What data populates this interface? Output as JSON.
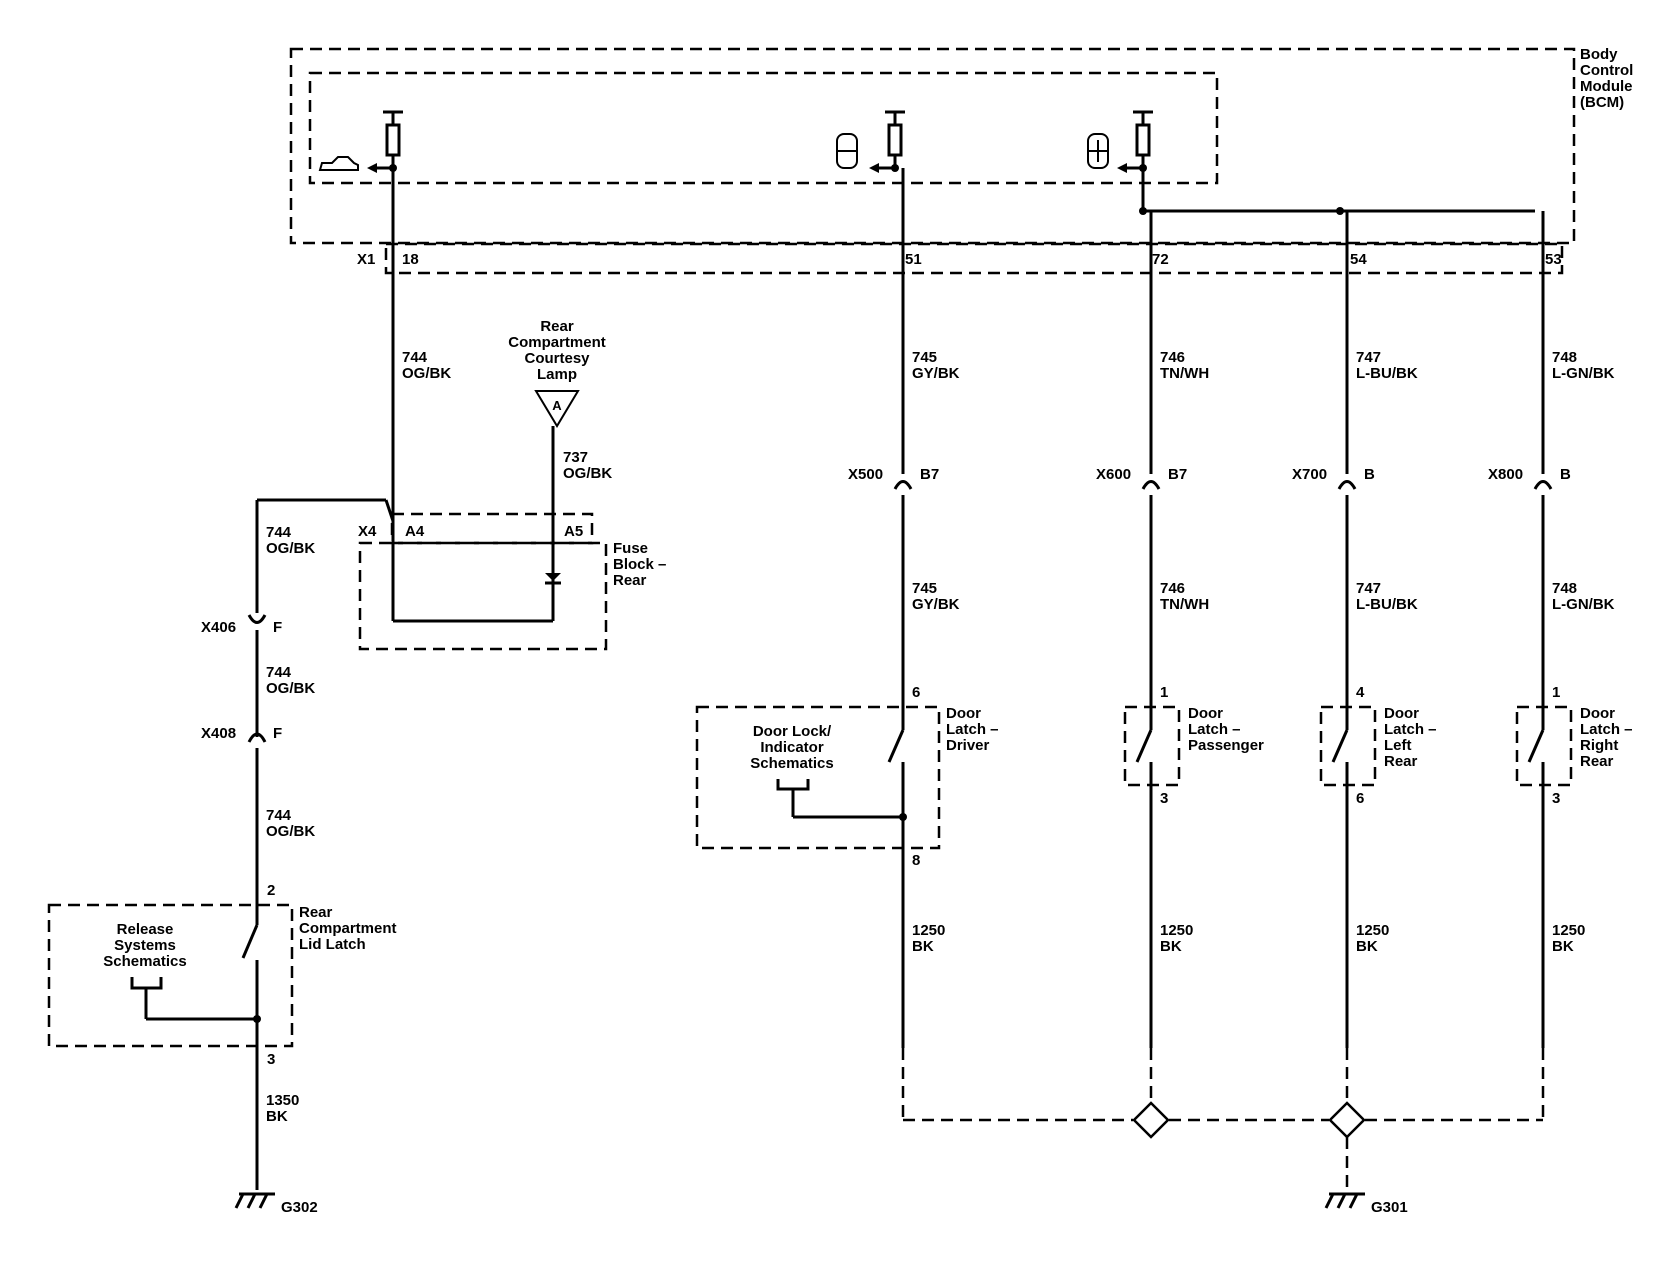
{
  "bcm": {
    "name_lines": [
      "Body",
      "Control",
      "Module",
      "(BCM)"
    ],
    "connector": "X1"
  },
  "bcm_circuits": [
    {
      "pin": "18",
      "circuit": "744",
      "color": "OG/BK",
      "icon": "trunk-icon"
    },
    {
      "pin": "51",
      "circuit": "745",
      "color": "GY/BK",
      "icon": "driver-door-icon"
    },
    {
      "pin": "72",
      "circuit": "746",
      "color": "TN/WH",
      "icon": "doors-icon"
    },
    {
      "pin": "54",
      "circuit": "747",
      "color": "L-BU/BK"
    },
    {
      "pin": "53",
      "circuit": "748",
      "color": "L-GN/BK"
    }
  ],
  "courtesy_lamp": {
    "name_lines": [
      "Rear",
      "Compartment",
      "Courtesy",
      "Lamp"
    ],
    "ref": "A",
    "circuit": "737",
    "color": "OG/BK"
  },
  "fuse_block": {
    "name_lines": [
      "Fuse",
      "Block –",
      "Rear"
    ],
    "connector": "X4",
    "pin_a4": "A4",
    "pin_a5": "A5",
    "circuit": "744",
    "color": "OG/BK"
  },
  "x406": {
    "name": "X406",
    "pin": "F",
    "circuit": "744",
    "color": "OG/BK"
  },
  "x408": {
    "name": "X408",
    "pin": "F",
    "circuit": "744",
    "color": "OG/BK"
  },
  "rear_latch": {
    "name_lines": [
      "Rear",
      "Compartment",
      "Lid Latch"
    ],
    "pin_top": "2",
    "pin_bottom": "3",
    "ref_lines": [
      "Release",
      "Systems",
      "Schematics"
    ],
    "ground_circuit": "1350",
    "ground_color": "BK",
    "ground": "G302"
  },
  "door_inline": [
    {
      "name": "X500",
      "pin": "B7"
    },
    {
      "name": "X600",
      "pin": "B7"
    },
    {
      "name": "X700",
      "pin": "B"
    },
    {
      "name": "X800",
      "pin": "B"
    }
  ],
  "door_latches": [
    {
      "name_lines": [
        "Door",
        "Latch –",
        "Driver"
      ],
      "pin_top": "6",
      "pin_bottom": "8",
      "circuit": "745",
      "color": "GY/BK"
    },
    {
      "name_lines": [
        "Door",
        "Latch –",
        "Passenger"
      ],
      "pin_top": "1",
      "pin_bottom": "3",
      "circuit": "746",
      "color": "TN/WH"
    },
    {
      "name_lines": [
        "Door",
        "Latch –",
        "Left",
        "Rear"
      ],
      "pin_top": "4",
      "pin_bottom": "6",
      "circuit": "747",
      "color": "L-BU/BK"
    },
    {
      "name_lines": [
        "Door",
        "Latch –",
        "Right",
        "Rear"
      ],
      "pin_top": "1",
      "pin_bottom": "3",
      "circuit": "748",
      "color": "L-GN/BK"
    }
  ],
  "door_lock_ref": {
    "lines": [
      "Door Lock/",
      "Indicator",
      "Schematics"
    ]
  },
  "door_grounds": {
    "circuit": "1250",
    "color": "BK",
    "ground": "G301"
  }
}
